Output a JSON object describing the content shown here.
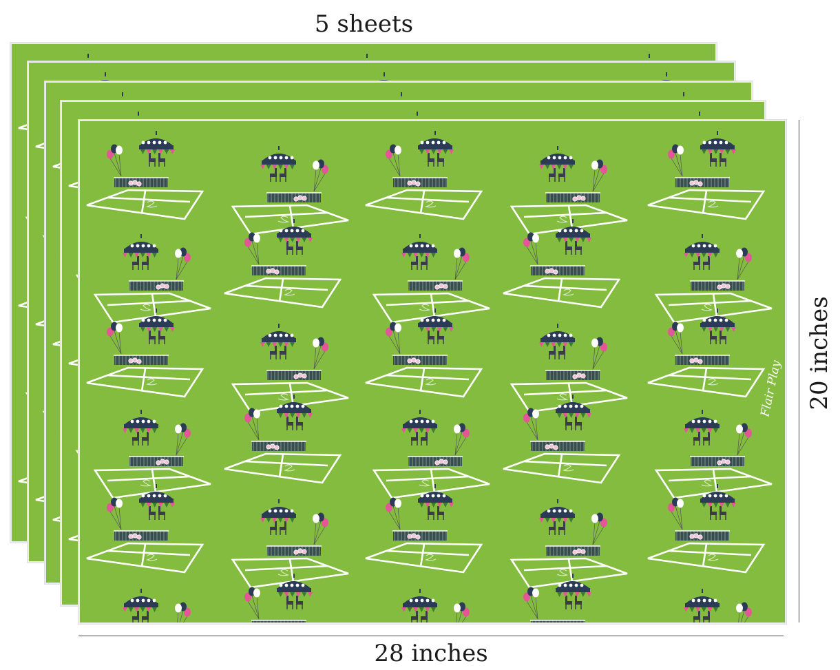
{
  "labels": {
    "sheets": "5 sheets",
    "width": "28 inches",
    "height": "20 inches"
  },
  "product": {
    "sheet_count": 5,
    "width_in": 28,
    "height_in": 20,
    "pattern_watermark": "Flair Play"
  },
  "colors": {
    "paper_green": "#83bc3f",
    "court_line": "#ffffff",
    "umbrella": "#2b3a55",
    "balloon_pink": "#e45796",
    "balloon_navy": "#2b3a55",
    "balloon_white": "#ffffff",
    "bunting_green": "#3c7a36",
    "bunting_pink": "#e45796",
    "chair": "#3a3a48",
    "net": "#2b3a55"
  },
  "icons": {
    "motif": "tennis-party-icon"
  }
}
